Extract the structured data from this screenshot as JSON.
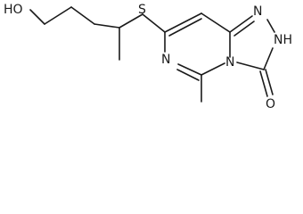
{
  "structure": {
    "atoms": {
      "hydroxyl": "HO",
      "sulfur": "S",
      "n1": "N",
      "n2_nh": "NH",
      "n_pyrimidine": "N",
      "n_bridge": "N",
      "carbonyl_oxygen": "O"
    }
  }
}
